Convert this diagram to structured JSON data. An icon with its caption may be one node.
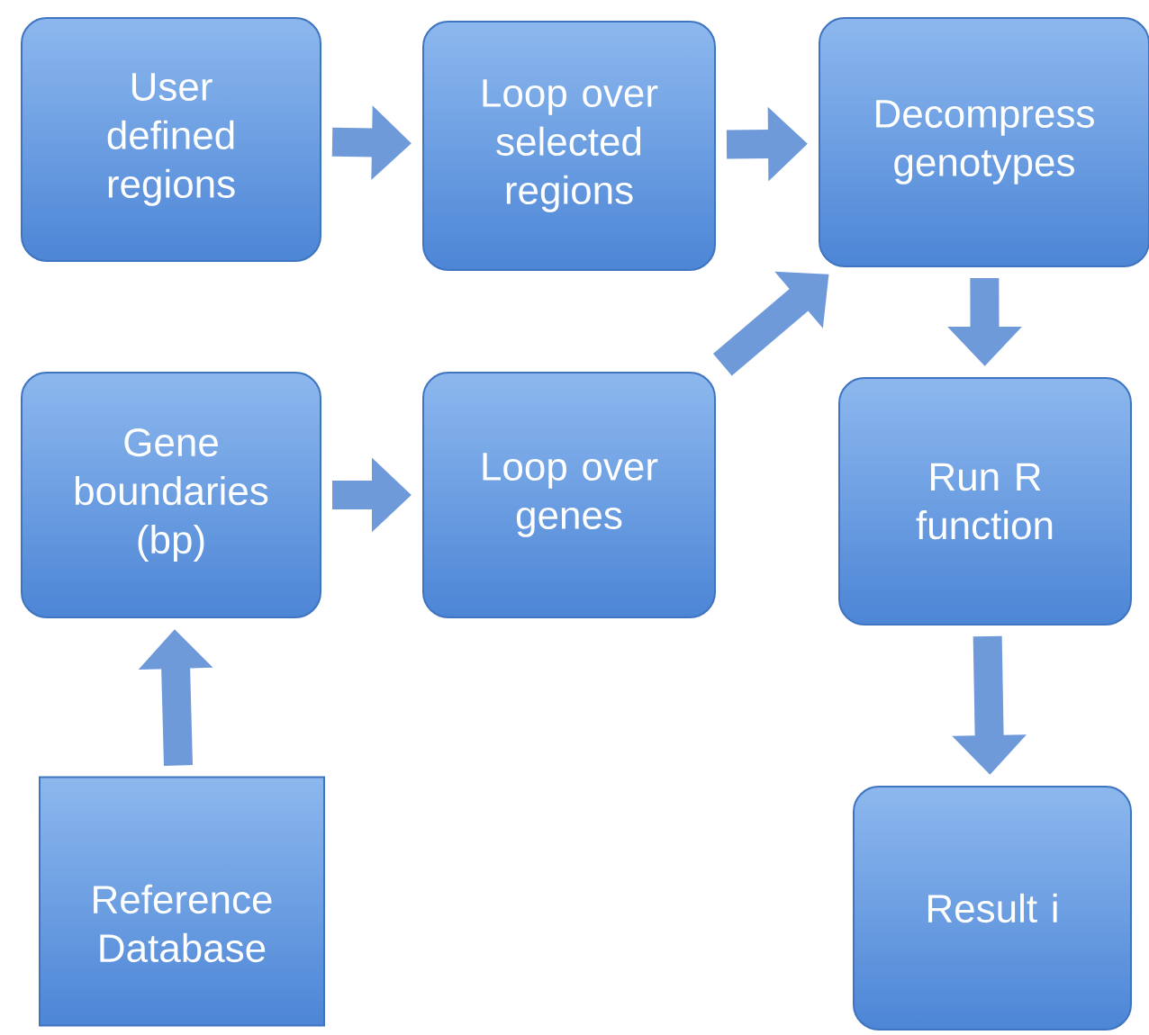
{
  "diagram": {
    "nodes": [
      {
        "text": [
          "User defined regions"
        ]
      },
      {
        "text": [
          "Loop over selected regions"
        ]
      },
      {
        "text": [
          "Decompress genotypes"
        ]
      },
      {
        "text": [
          "Gene boundaries (bp)"
        ]
      },
      {
        "text": [
          "Loop over genes"
        ]
      },
      {
        "text": [
          "Run R function"
        ]
      },
      {
        "text": [
          "Reference Database"
        ]
      },
      {
        "text": [
          "Result i"
        ]
      }
    ],
    "edges": [
      {
        "from": 0,
        "to": 1,
        "arrow": "to"
      },
      {
        "from": 1,
        "to": 2,
        "arrow": "to"
      },
      {
        "from": 4,
        "to": 2,
        "arrow": "to"
      },
      {
        "from": 2,
        "to": 5,
        "arrow": "to"
      },
      {
        "from": 5,
        "to": 7,
        "arrow": "to"
      },
      {
        "from": 6,
        "to": 3,
        "arrow": "to"
      },
      {
        "from": 3,
        "to": 4,
        "arrow": "to"
      }
    ]
  }
}
